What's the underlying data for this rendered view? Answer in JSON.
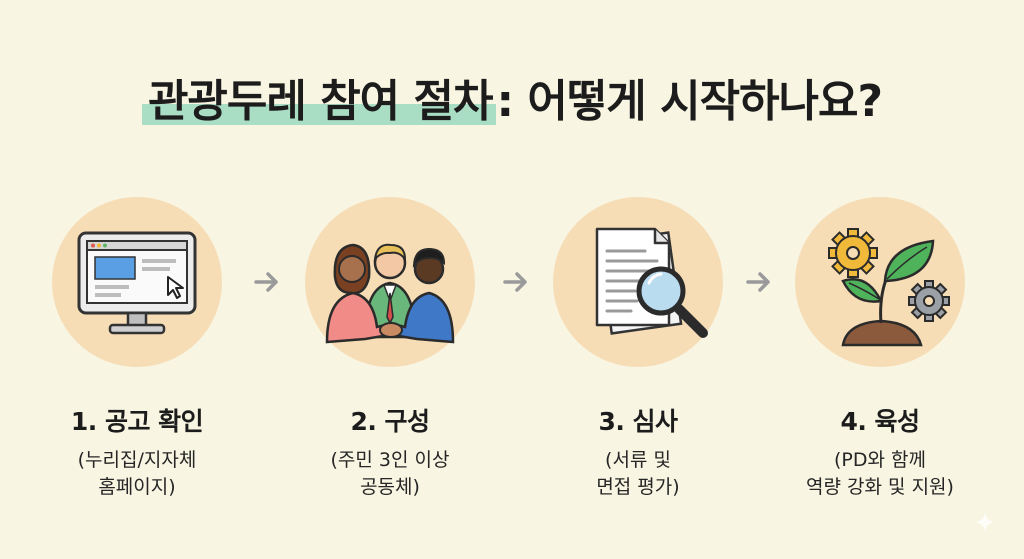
{
  "title": {
    "highlighted": "관광두레 참여 절차",
    "rest": ": 어떻게 시작하나요?"
  },
  "steps": [
    {
      "title": "1. 공고 확인",
      "desc_line1": "(누리집/지자체",
      "desc_line2": "홈페이지)",
      "icon": "computer-monitor-icon"
    },
    {
      "title": "2. 구성",
      "desc_line1": "(주민 3인 이상",
      "desc_line2": "공동체)",
      "icon": "people-handshake-icon"
    },
    {
      "title": "3. 심사",
      "desc_line1": "(서류 및",
      "desc_line2": "면접 평가)",
      "icon": "document-magnifier-icon"
    },
    {
      "title": "4. 육성",
      "desc_line1": "(PD와 함께",
      "desc_line2": "역량 강화 및 지원)",
      "icon": "plant-gears-icon"
    }
  ],
  "colors": {
    "background": "#f8f5e2",
    "circle": "#f6ddb6",
    "highlight": "#a9ddc4",
    "arrow": "#9a9a9a"
  }
}
